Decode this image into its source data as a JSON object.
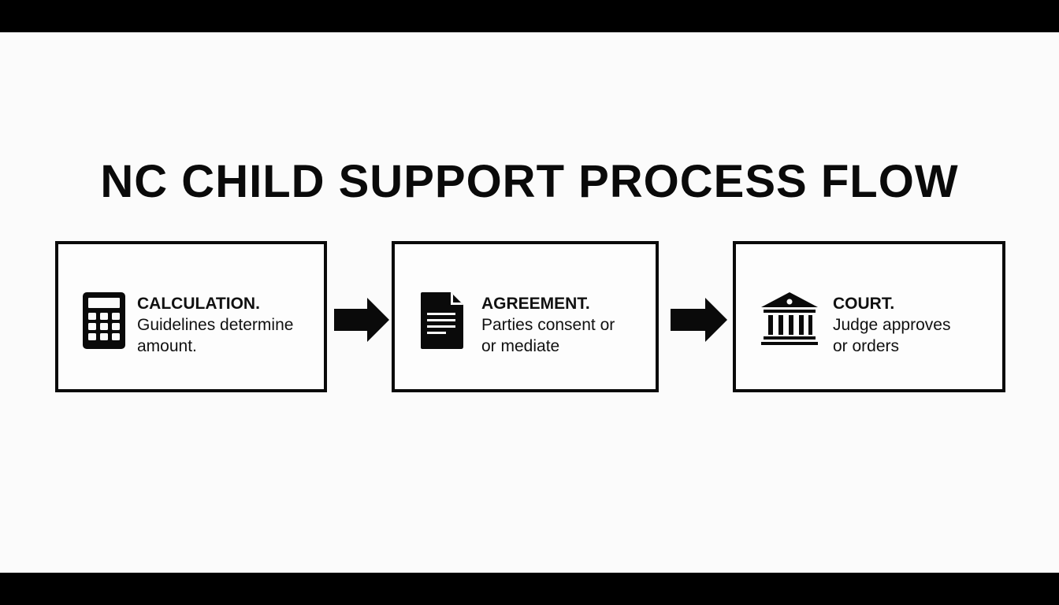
{
  "title": "NC CHILD SUPPORT PROCESS FLOW",
  "steps": [
    {
      "icon": "calculator-icon",
      "heading": "CALCULATION.",
      "lines": [
        "Guidelines determine",
        "amount."
      ]
    },
    {
      "icon": "document-icon",
      "heading": "AGREEMENT.",
      "lines": [
        "Parties consent or",
        "or mediate"
      ]
    },
    {
      "icon": "courthouse-icon",
      "heading": "COURT.",
      "lines": [
        "Judge approves",
        "or orders"
      ]
    }
  ],
  "colors": {
    "ink": "#0a0a0a",
    "background": "#fbfbfb",
    "letterbox": "#000000"
  }
}
